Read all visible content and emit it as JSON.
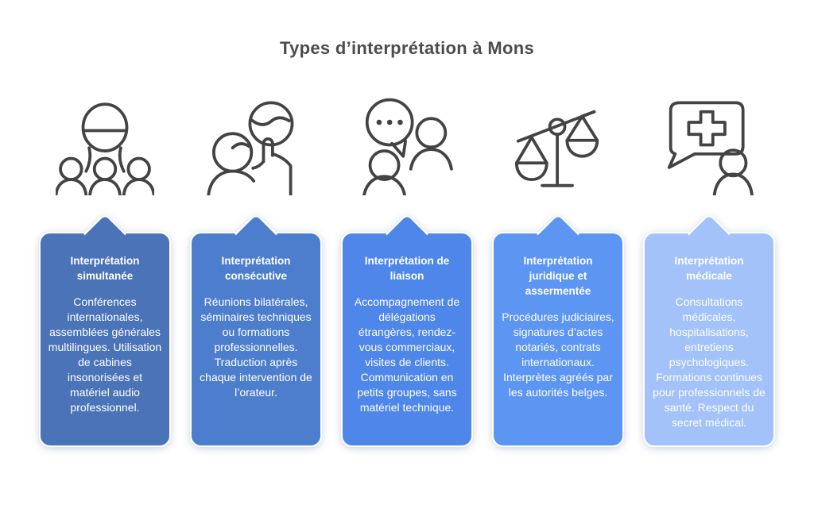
{
  "title": "Types d’interprétation à Mons",
  "palette": {
    "background": "#ffffff",
    "title_text": "#4c4c4c",
    "icon_stroke": "#434343",
    "card_text": "#ffffff"
  },
  "cards": [
    {
      "icon": "headset-speaker-audience-icon",
      "color": "#4a73b8",
      "title": "Interprétation simultanée",
      "body": "Conférences internationales, assemblées générales multilingues. Utilisation de cabines insonorisées et matériel audio professionnel."
    },
    {
      "icon": "two-people-whisper-icon",
      "color": "#4d7ecd",
      "title": "Interprétation consécutive",
      "body": "Réunions bilatérales, séminaires techniques ou formations professionnelles. Traduction après chaque intervention de l’orateur."
    },
    {
      "icon": "speech-bubble-people-icon",
      "color": "#4e86e9",
      "title": "Interprétation de liaison",
      "body": "Accompagnement de délégations étrangères, rendez-vous commerciaux, visites de clients. Communication en petits groupes, sans matériel technique."
    },
    {
      "icon": "justice-scales-icon",
      "color": "#5c95f2",
      "title": "Interprétation juridique et assermentée",
      "body": "Procédures judiciaires, signatures d’actes notariés, contrats internationaux. Interprètes agréés par les autorités belges."
    },
    {
      "icon": "medical-chat-person-icon",
      "color": "#a2c2f9",
      "title": "Interprétation médicale",
      "body": "Consultations médicales, hospitalisations, entretiens psychologiques. Formations continues pour professionnels de santé. Respect du secret médical."
    }
  ]
}
